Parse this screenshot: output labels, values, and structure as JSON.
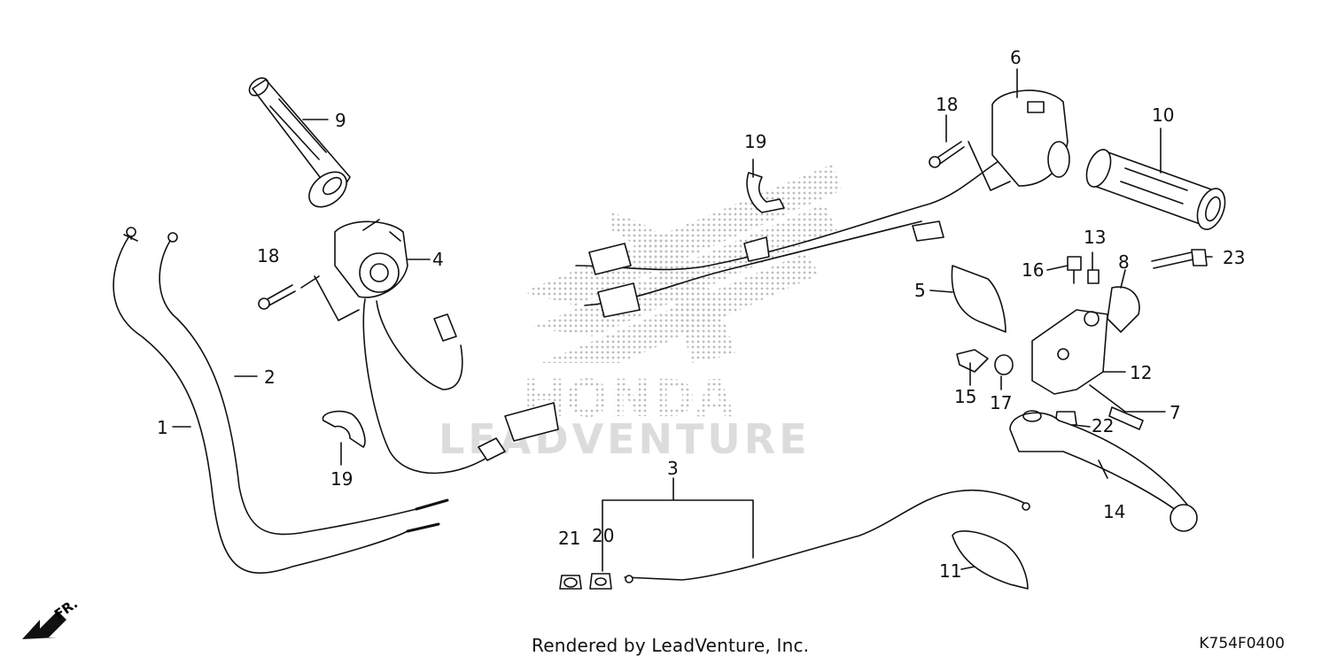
{
  "watermark": {
    "brand": "HONDA",
    "vendor": "LEADVENTURE",
    "color": "#c8c8c8"
  },
  "labels": {
    "1": "1",
    "2": "2",
    "3": "3",
    "4": "4",
    "5": "5",
    "6": "6",
    "7": "7",
    "8": "8",
    "9": "9",
    "10": "10",
    "11": "11",
    "12": "12",
    "13": "13",
    "14": "14",
    "15": "15",
    "16": "16",
    "17": "17",
    "18a": "18",
    "18b": "18",
    "19a": "19",
    "19b": "19",
    "20": "20",
    "21": "21",
    "22": "22",
    "23": "23"
  },
  "direction": "FR.",
  "footer": {
    "rendered_by": "Rendered by LeadVenture, Inc.",
    "part_code": "K754F0400"
  },
  "colors": {
    "line": "#111111",
    "watermark": "#c8c8c8"
  }
}
